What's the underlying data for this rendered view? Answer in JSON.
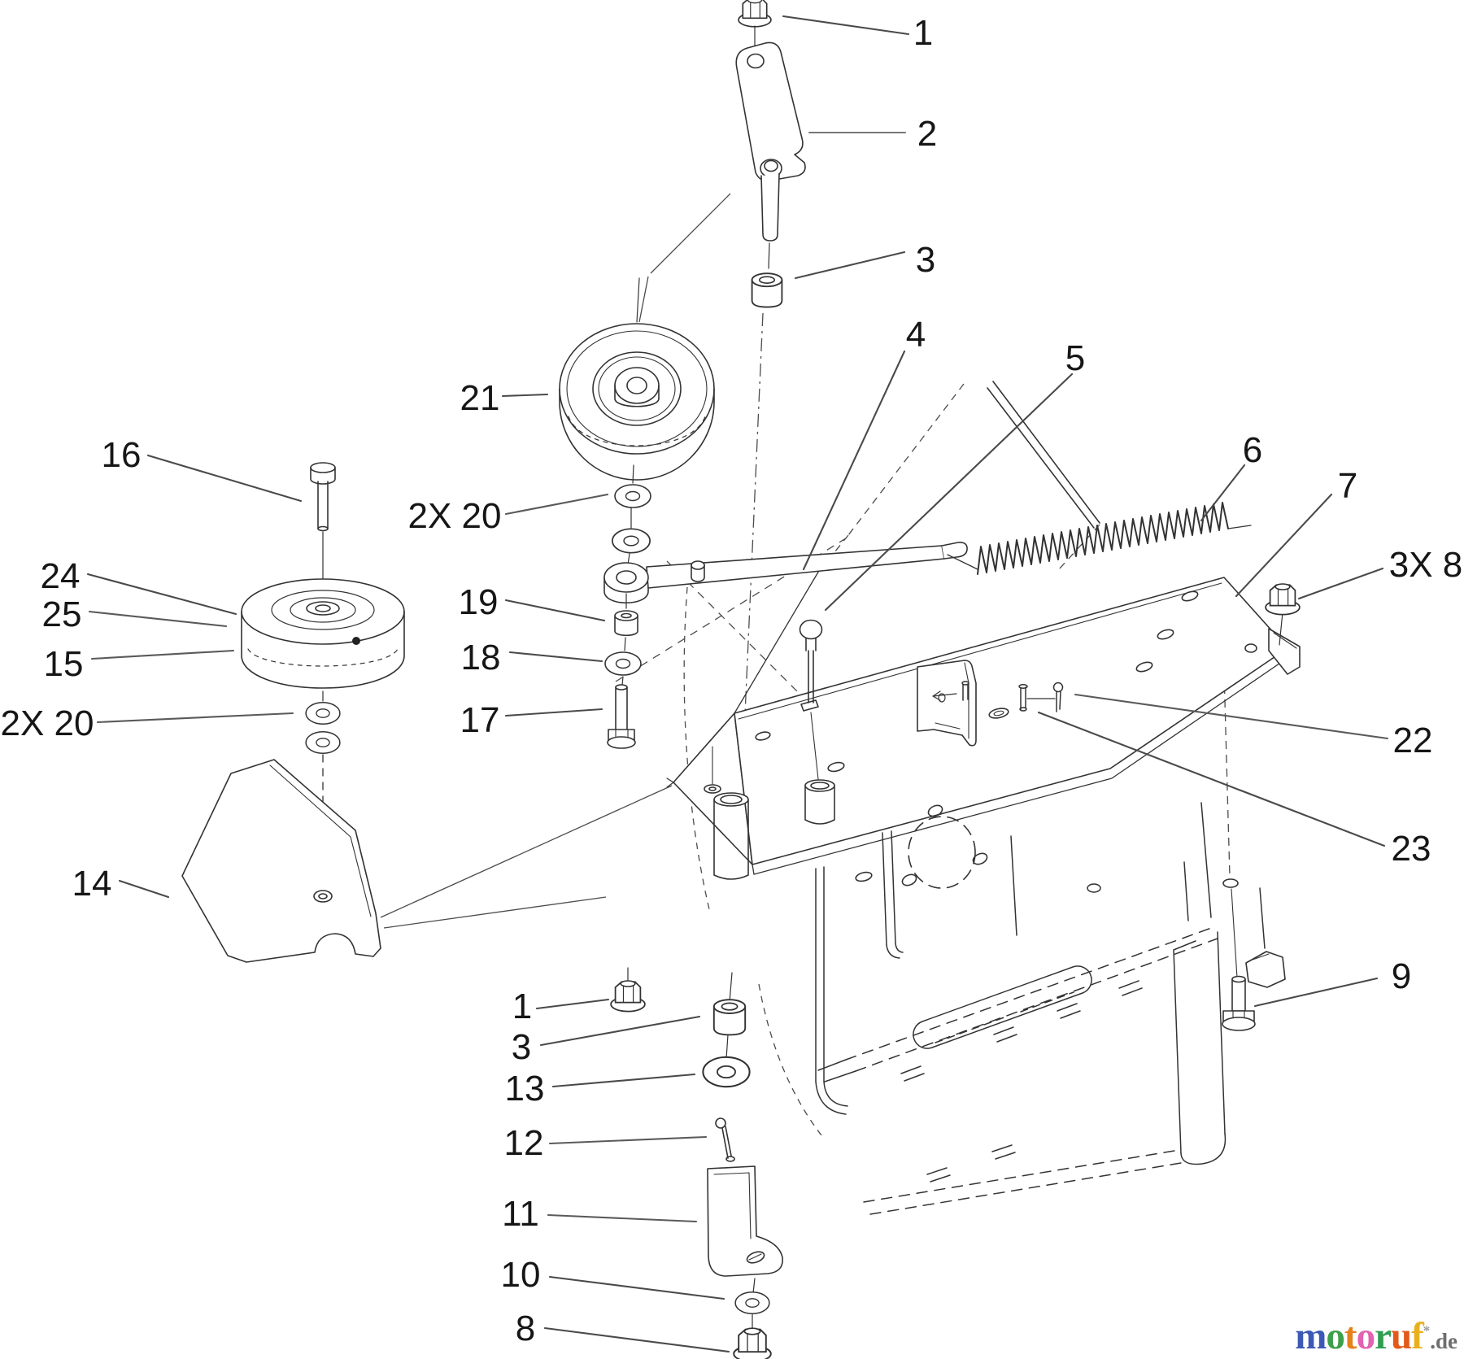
{
  "page": {
    "background": "#ffffff",
    "ink": "#333333",
    "leader_color": "#4a4a4a",
    "label_color": "#161616",
    "type": "exploded-parts-diagram"
  },
  "diagram": {
    "callouts": [
      {
        "id": "1-top",
        "label": "1"
      },
      {
        "id": "2",
        "label": "2"
      },
      {
        "id": "3-top",
        "label": "3"
      },
      {
        "id": "4",
        "label": "4"
      },
      {
        "id": "5",
        "label": "5"
      },
      {
        "id": "6",
        "label": "6"
      },
      {
        "id": "7",
        "label": "7"
      },
      {
        "id": "3x8",
        "label": "3X 8"
      },
      {
        "id": "22",
        "label": "22"
      },
      {
        "id": "23",
        "label": "23"
      },
      {
        "id": "9",
        "label": "9"
      },
      {
        "id": "21",
        "label": "21"
      },
      {
        "id": "2x20-right",
        "label": "2X 20"
      },
      {
        "id": "19",
        "label": "19"
      },
      {
        "id": "18",
        "label": "18"
      },
      {
        "id": "17",
        "label": "17"
      },
      {
        "id": "16",
        "label": "16"
      },
      {
        "id": "24",
        "label": "24"
      },
      {
        "id": "25",
        "label": "25"
      },
      {
        "id": "15",
        "label": "15"
      },
      {
        "id": "2x20-left",
        "label": "2X 20"
      },
      {
        "id": "14",
        "label": "14"
      },
      {
        "id": "1-bottom",
        "label": "1"
      },
      {
        "id": "3-bottom",
        "label": "3"
      },
      {
        "id": "13",
        "label": "13"
      },
      {
        "id": "12",
        "label": "12"
      },
      {
        "id": "11",
        "label": "11"
      },
      {
        "id": "10",
        "label": "10"
      },
      {
        "id": "8",
        "label": "8"
      }
    ]
  },
  "logo": {
    "letters": [
      {
        "ch": "m",
        "color": "#3c59b5"
      },
      {
        "ch": "o",
        "color": "#3da04b"
      },
      {
        "ch": "t",
        "color": "#e5821c"
      },
      {
        "ch": "o",
        "color": "#e263b1"
      },
      {
        "ch": "r",
        "color": "#2f9e53"
      },
      {
        "ch": "u",
        "color": "#e25a1a"
      },
      {
        "ch": "f",
        "color": "#e9b01e"
      }
    ],
    "mark": "*",
    "mark_color": "#9a9a9a",
    "tld": ".de",
    "tld_color": "#6e6e6e"
  }
}
